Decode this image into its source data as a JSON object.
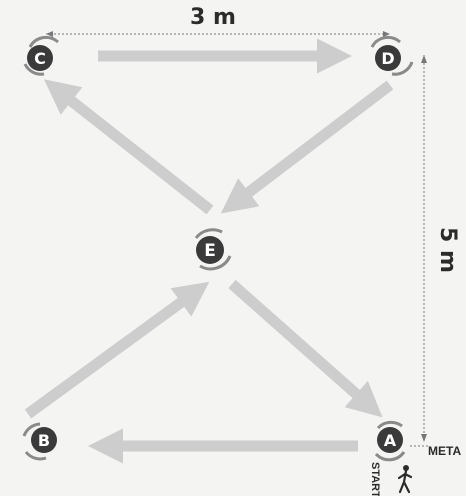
{
  "diagram": {
    "width_label": "3 m",
    "height_label": "5 m",
    "finish_label": "META",
    "start_label": "START",
    "nodes": [
      {
        "id": "A",
        "label": "A"
      },
      {
        "id": "B",
        "label": "B"
      },
      {
        "id": "C",
        "label": "C"
      },
      {
        "id": "D",
        "label": "D"
      },
      {
        "id": "E",
        "label": "E"
      }
    ],
    "colors": {
      "arrow": "#cdcdcd",
      "node": "#3a3a3a",
      "ring": "#8a8a8a",
      "text": "#2b2b2b",
      "background": "#f4f4f2"
    }
  }
}
